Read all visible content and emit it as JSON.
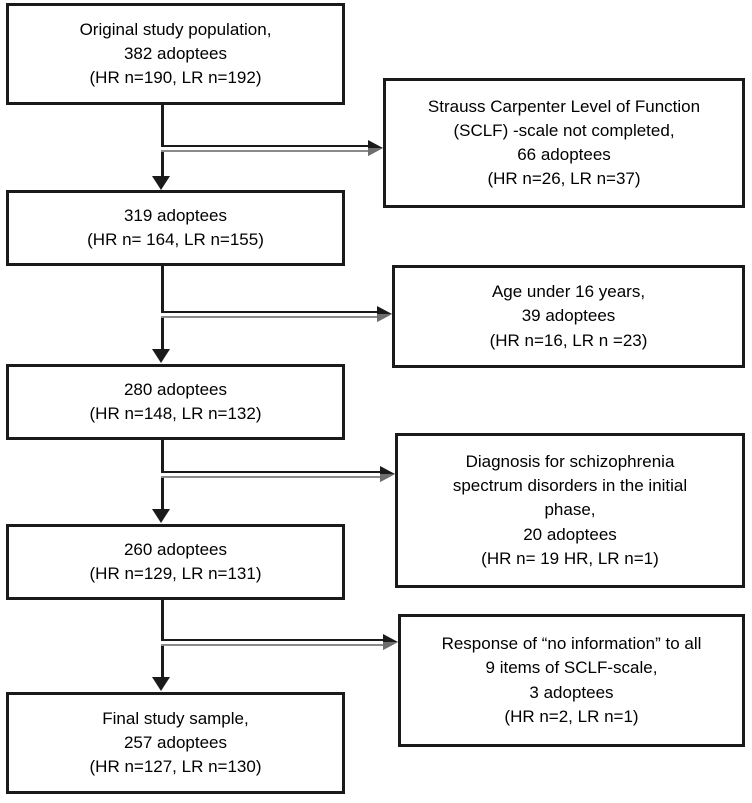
{
  "diagram": {
    "title": "Study population selection flowchart",
    "type": "flowchart",
    "line_color": "#1a1a1a",
    "box_fill": "#ffffff",
    "arrow_shade_color": "#8a8a8a"
  },
  "main_boxes": [
    {
      "id": "original-population",
      "lines": [
        "Original study population,",
        "382 adoptees",
        "(HR n=190, LR n=192)"
      ]
    },
    {
      "id": "after-sclf-exclusion",
      "lines": [
        "319 adoptees",
        "(HR n= 164, LR n=155)"
      ]
    },
    {
      "id": "after-age-exclusion",
      "lines": [
        "280 adoptees",
        "(HR n=148, LR n=132)"
      ]
    },
    {
      "id": "after-diagnosis-exclusion",
      "lines": [
        "260 adoptees",
        "(HR n=129, LR n=131)"
      ]
    },
    {
      "id": "final-sample",
      "lines": [
        "Final study sample,",
        "257 adoptees",
        "(HR n=127, LR n=130)"
      ]
    }
  ],
  "exclusion_boxes": [
    {
      "id": "exclusion-sclf-not-completed",
      "lines": [
        "Strauss Carpenter Level of Function",
        "(SCLF) -scale not completed,",
        "66 adoptees",
        "(HR n=26, LR n=37)"
      ]
    },
    {
      "id": "exclusion-age-under-16",
      "lines": [
        "Age under 16 years,",
        "39 adoptees",
        "(HR n=16, LR n =23)"
      ]
    },
    {
      "id": "exclusion-schizophrenia-diagnosis",
      "lines": [
        "Diagnosis for schizophrenia",
        "spectrum disorders in the initial",
        "phase,",
        "20 adoptees",
        "(HR n= 19 HR, LR n=1)"
      ]
    },
    {
      "id": "exclusion-no-information",
      "lines": [
        "Response of “no information” to all",
        "9 items of SCLF-scale,",
        "3 adoptees",
        "(HR n=2, LR n=1)"
      ]
    }
  ]
}
